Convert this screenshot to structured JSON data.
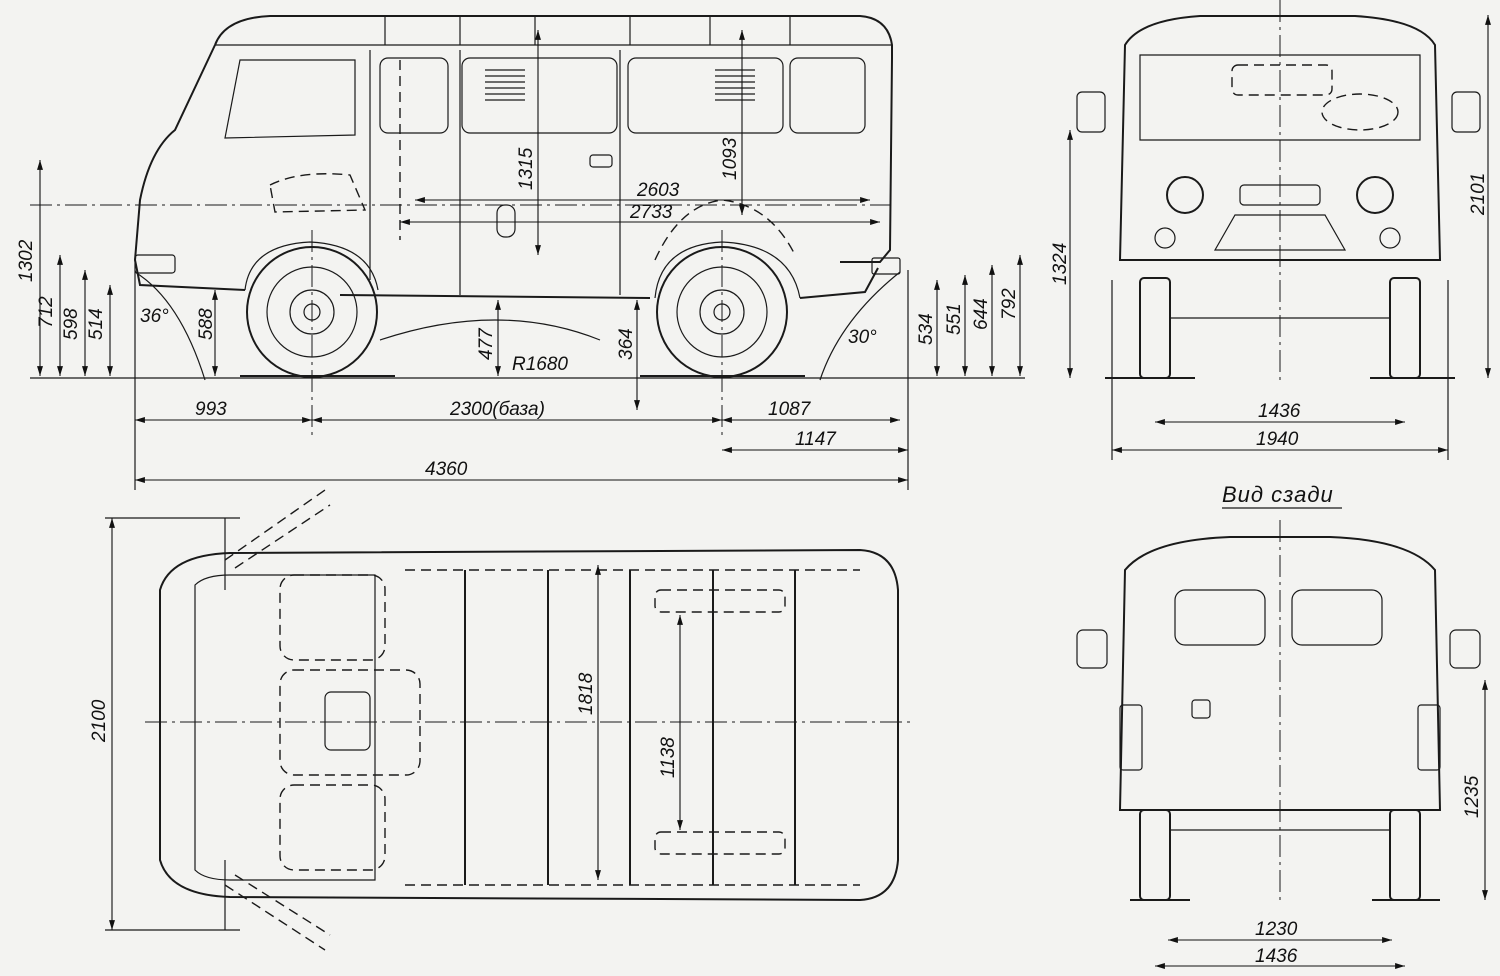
{
  "views": {
    "rear_caption": "Вид сзади"
  },
  "side_view": {
    "h_dims": [
      "993",
      "2300(база)",
      "1087",
      "1147",
      "4360",
      "2603",
      "2733"
    ],
    "v_dims": [
      "1302",
      "712",
      "598",
      "514",
      "588",
      "477",
      "364",
      "1315",
      "1093",
      "534",
      "551",
      "644",
      "792"
    ],
    "angles": [
      "36°",
      "30°"
    ],
    "radius": "R1680"
  },
  "front_view": {
    "v_dims": [
      "1324",
      "2101"
    ],
    "h_dims": [
      "1436",
      "1940"
    ]
  },
  "top_view": {
    "v_dims": [
      "2100",
      "1818",
      "1138"
    ]
  },
  "rear_view": {
    "v_dims": [
      "1235"
    ],
    "h_dims": [
      "1230",
      "1436"
    ]
  }
}
